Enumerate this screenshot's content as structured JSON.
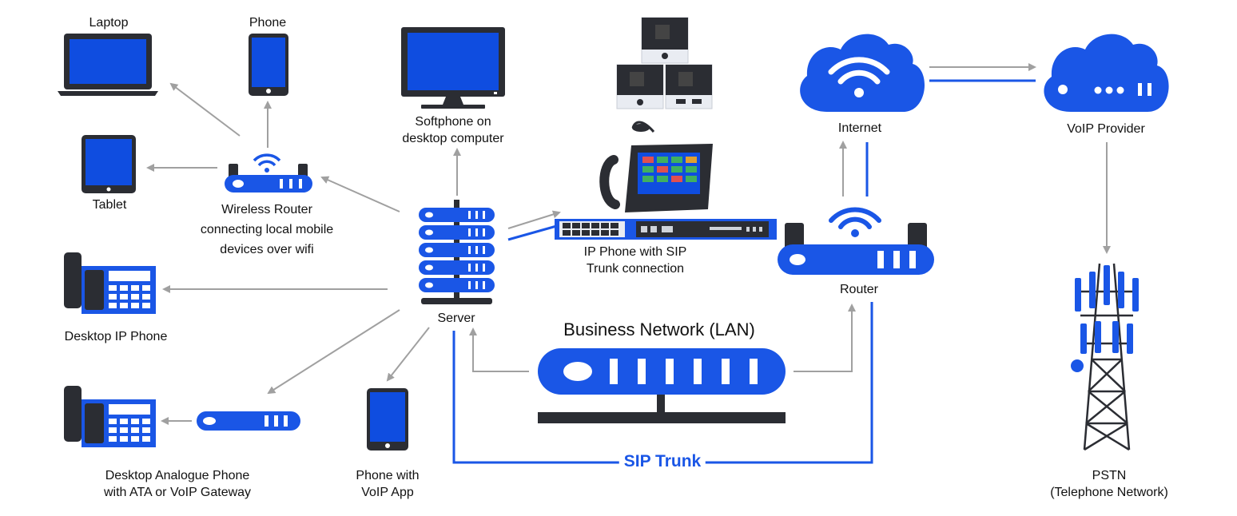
{
  "diagram": {
    "colors": {
      "accent": "#1a56e6",
      "screen": "#0f4de0",
      "dark": "#2b2d33",
      "arrow": "#a0a0a0",
      "light": "#e9ecf2"
    },
    "labels": {
      "laptop": "Laptop",
      "phone": "Phone",
      "tablet": "Tablet",
      "wireless_router": [
        "Wireless Router",
        "connecting local mobile",
        "devices over wifi"
      ],
      "softphone": [
        "Softphone on",
        "desktop computer"
      ],
      "ip_phone_sip": [
        "IP Phone with SIP",
        "Trunk connection"
      ],
      "internet": "Internet",
      "voip_provider": "VoIP Provider",
      "router": "Router",
      "server": "Server",
      "desktop_ip_phone": "Desktop IP Phone",
      "business_network": "Business Network (LAN)",
      "desktop_analogue": [
        "Desktop Analogue Phone",
        "with ATA or VoIP Gateway"
      ],
      "phone_voip_app": [
        "Phone with",
        "VoIP App"
      ],
      "sip_trunk": "SIP Trunk",
      "pstn": [
        "PSTN",
        "(Telephone Network)"
      ]
    },
    "icons": [
      "laptop-icon",
      "phone-icon",
      "tablet-icon",
      "wifi-icon",
      "router-icon",
      "monitor-icon",
      "intercom-icon",
      "conference-phone-icon",
      "patch-panel-icon",
      "cloud-icon",
      "server-icon",
      "desk-phone-icon",
      "ata-icon",
      "smartphone-icon",
      "network-switch-icon",
      "cell-tower-icon"
    ]
  }
}
